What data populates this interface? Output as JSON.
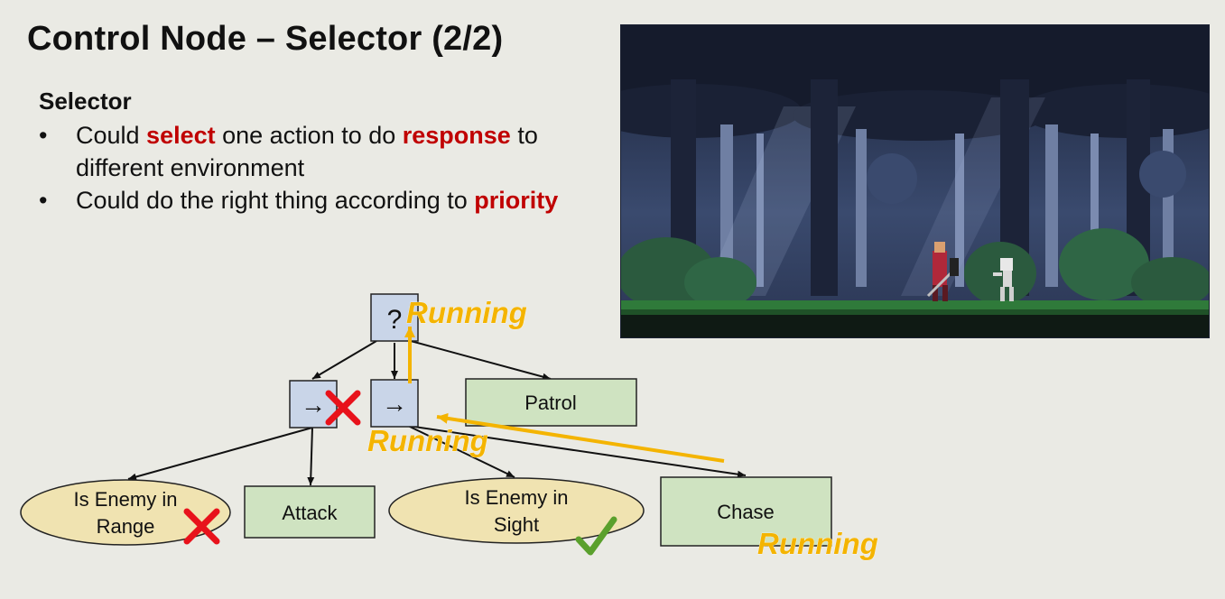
{
  "slide": {
    "title": "Control Node – Selector (2/2)",
    "subheading": "Selector",
    "bullets": [
      {
        "line1": {
          "prefix": "Could ",
          "hl1": "select",
          "mid": " one action to do ",
          "hl2": "response",
          "suffix": " to"
        },
        "line2": "different environment"
      },
      {
        "prefix": "Could do the right thing according to ",
        "hl": "priority"
      }
    ],
    "bullet_glyph": "•"
  },
  "tree": {
    "root": {
      "symbol": "?",
      "status": "Running"
    },
    "sequence_left": {
      "symbol": "→",
      "result_icon": "cross-icon"
    },
    "sequence_mid": {
      "symbol": "→",
      "status": "Running"
    },
    "patrol": {
      "label": "Patrol"
    },
    "enemy_in_range": {
      "line1": "Is Enemy in",
      "line2": "Range",
      "result_icon": "cross-icon"
    },
    "attack": {
      "label": "Attack"
    },
    "enemy_in_sight": {
      "line1": "Is Enemy in",
      "line2": "Sight",
      "result_icon": "check-icon"
    },
    "chase": {
      "label": "Chase",
      "status": "Running"
    }
  },
  "colors": {
    "highlight": "#c00000",
    "running": "#f4b400",
    "control_node": "#c9d5e8",
    "action_node": "#cfe3c1",
    "condition_node": "#f0e3b1",
    "cross": "#e8121b",
    "check": "#5aa02c"
  },
  "image": {
    "scene": "pixel-art forest game screenshot"
  }
}
